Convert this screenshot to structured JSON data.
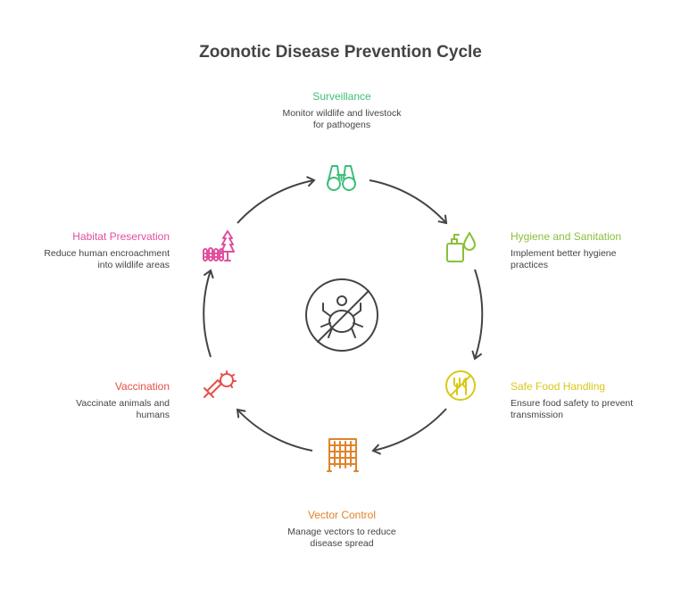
{
  "title": "Zoonotic Disease Prevention Cycle",
  "center_icon": "no-tick-icon",
  "steps": [
    {
      "label": "Surveillance",
      "desc1": "Monitor wildlife and livestock",
      "desc2": "for pathogens",
      "color": "#3dbf78",
      "icon": "binoculars-icon"
    },
    {
      "label": "Hygiene and Sanitation",
      "desc1": "Implement better hygiene",
      "desc2": "practices",
      "color": "#8bbf3a",
      "icon": "soap-dispenser-icon"
    },
    {
      "label": "Safe Food Handling",
      "desc1": "Ensure food safety to prevent",
      "desc2": "transmission",
      "color": "#d9c81a",
      "icon": "utensils-icon"
    },
    {
      "label": "Vector Control",
      "desc1": "Manage vectors to reduce",
      "desc2": "disease spread",
      "color": "#e0832a",
      "icon": "net-icon"
    },
    {
      "label": "Vaccination",
      "desc1": "Vaccinate animals and",
      "desc2": "humans",
      "color": "#e5504a",
      "icon": "syringe-virus-icon"
    },
    {
      "label": "Habitat Preservation",
      "desc1": "Reduce human encroachment",
      "desc2": "into wildlife areas",
      "color": "#e0509f",
      "icon": "fence-tree-icon"
    }
  ]
}
